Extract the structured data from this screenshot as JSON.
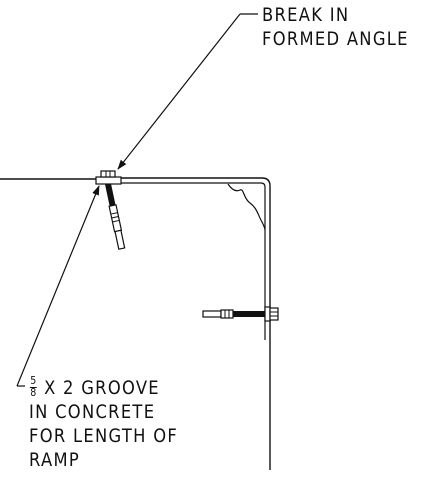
{
  "notes": {
    "top": {
      "lines": [
        "BREAK IN",
        "FORMED ANGLE"
      ]
    },
    "bottom": {
      "fraction_numerator": "5",
      "fraction_denominator": "8",
      "line1_rest": " X 2 GROOVE",
      "lines": [
        "IN CONCRETE",
        "FOR LENGTH OF",
        "RAMP"
      ]
    }
  }
}
